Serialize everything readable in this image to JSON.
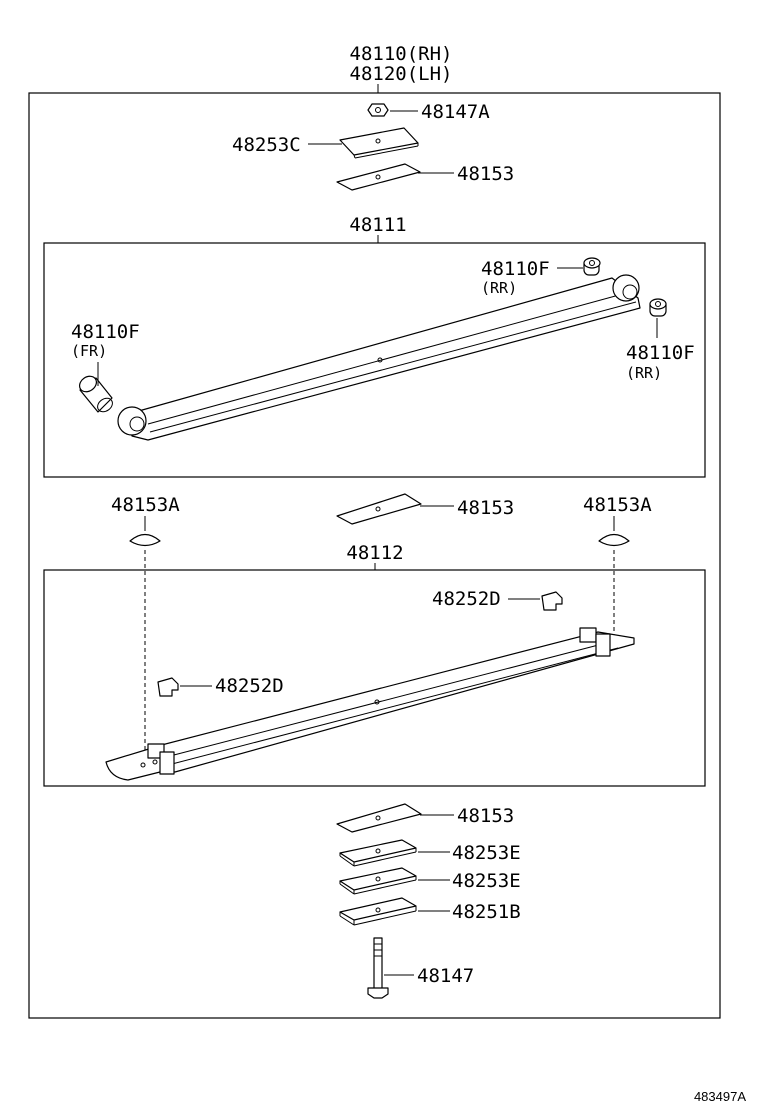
{
  "diagram": {
    "title_rh": "48110(RH)",
    "title_lh": "48120(LH)",
    "figure_number": "483497A",
    "labels": {
      "nut_top": "48147A",
      "plate_top": "48253C",
      "pad_top": "48153",
      "assy_upper": "48111",
      "bushing_rr_upper": "48110F",
      "bushing_rr_upper_note": "(RR)",
      "bushing_fr": "48110F",
      "bushing_fr_note": "(FR)",
      "bushing_rr_lower": "48110F",
      "bushing_rr_lower_note": "(RR)",
      "bumper_left": "48153A",
      "pad_middle": "48153",
      "bumper_right": "48153A",
      "assy_lower": "48112",
      "clip_right": "48252D",
      "clip_left": "48252D",
      "pad_bottom": "48153",
      "plate_e1": "48253E",
      "plate_e2": "48253E",
      "plate_b": "48251B",
      "bolt": "48147"
    }
  }
}
